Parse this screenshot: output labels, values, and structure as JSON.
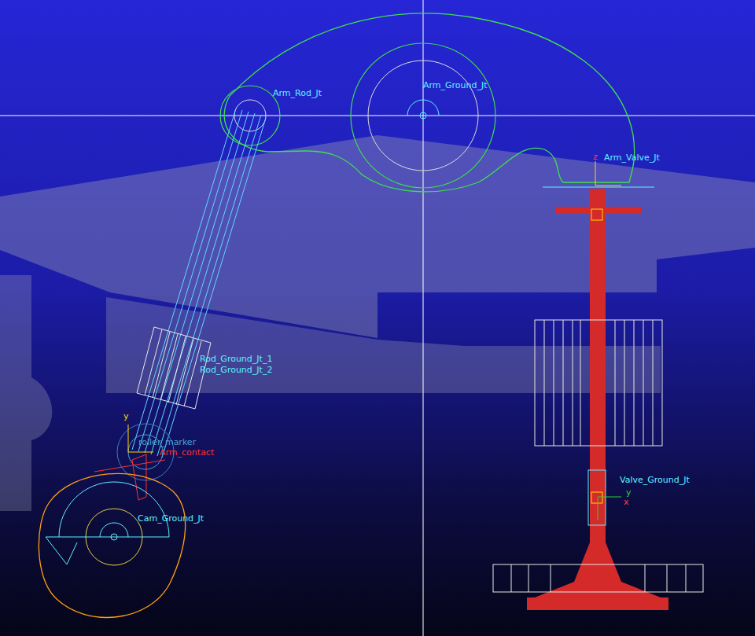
{
  "diagram": {
    "labels": [
      "Arm_Rod_Jt",
      "Arm_Ground_Jt",
      "Arm_Valve_Jt",
      "Rod_Ground_Jt_1",
      "Rod_Ground_Jt_2",
      "roller_marker",
      "Arm_contact",
      "Cam_Ground_Jt",
      "Valve_Ground_Jt",
      "y",
      "z",
      "y",
      "x"
    ]
  }
}
